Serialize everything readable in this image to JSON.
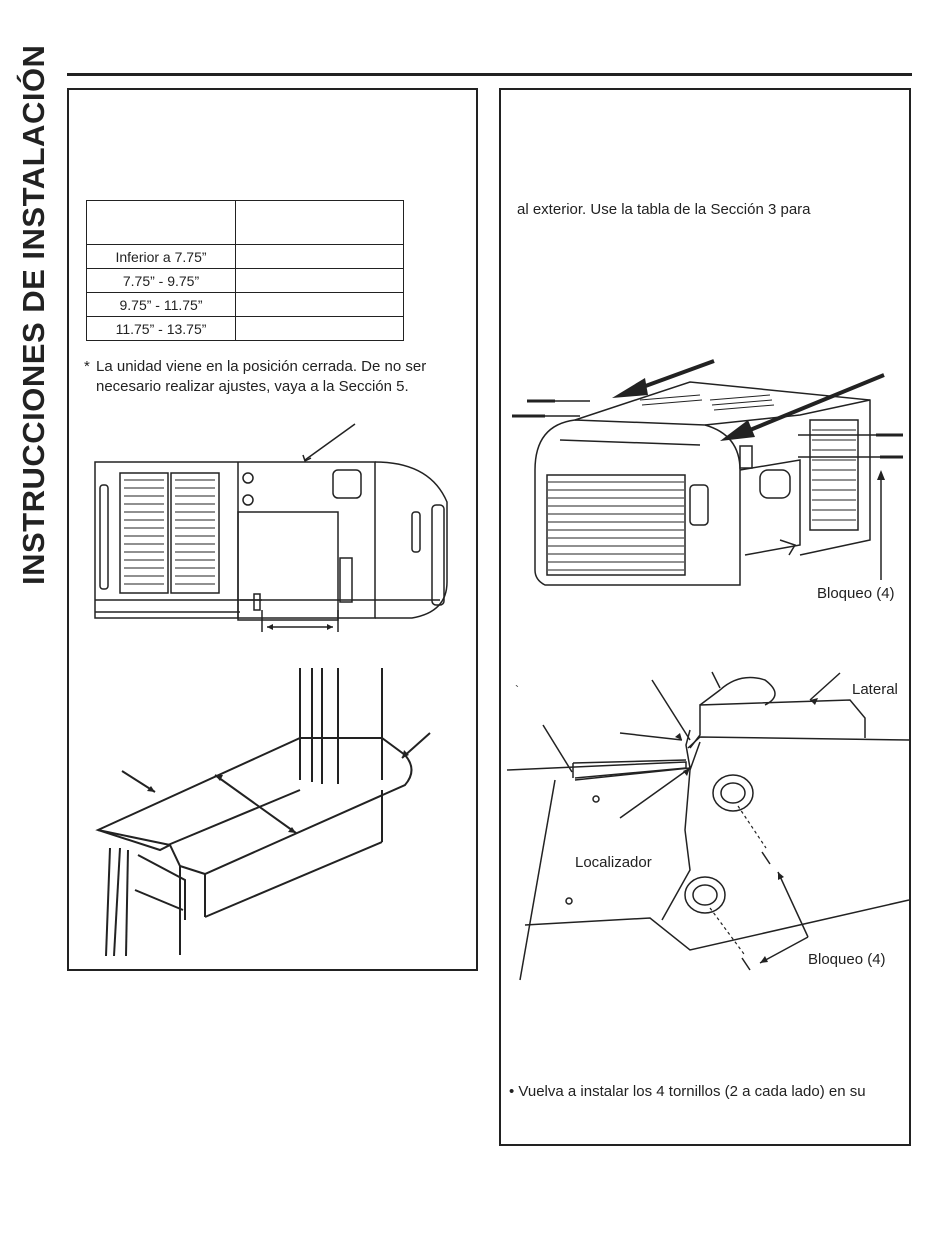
{
  "side_title": "INSTRUCCIONES DE INSTALACIÓN",
  "table": {
    "header": [
      "",
      ""
    ],
    "rows": [
      [
        "Inferior a 7.75”",
        ""
      ],
      [
        "7.75” - 9.75”",
        ""
      ],
      [
        "9.75” - 11.75”",
        ""
      ],
      [
        "11.75” - 13.75”",
        ""
      ]
    ]
  },
  "note": {
    "star": "*",
    "line1": "La unidad viene en la posición cerrada. De no ser",
    "line2": "necesario realizar ajustes, vaya a la Sección 5."
  },
  "right": {
    "exterior_text": "al exterior. Use la tabla de la Sección 3 para",
    "bloqueo_top": "Bloqueo (4)",
    "tick_mark": "`",
    "lateral": "Lateral",
    "localizador": "Localizador",
    "bloqueo_bottom": "Bloqueo (4)",
    "bullet": "• Vuelva a instalar los 4 tornillos (2 a cada lado) en su"
  }
}
